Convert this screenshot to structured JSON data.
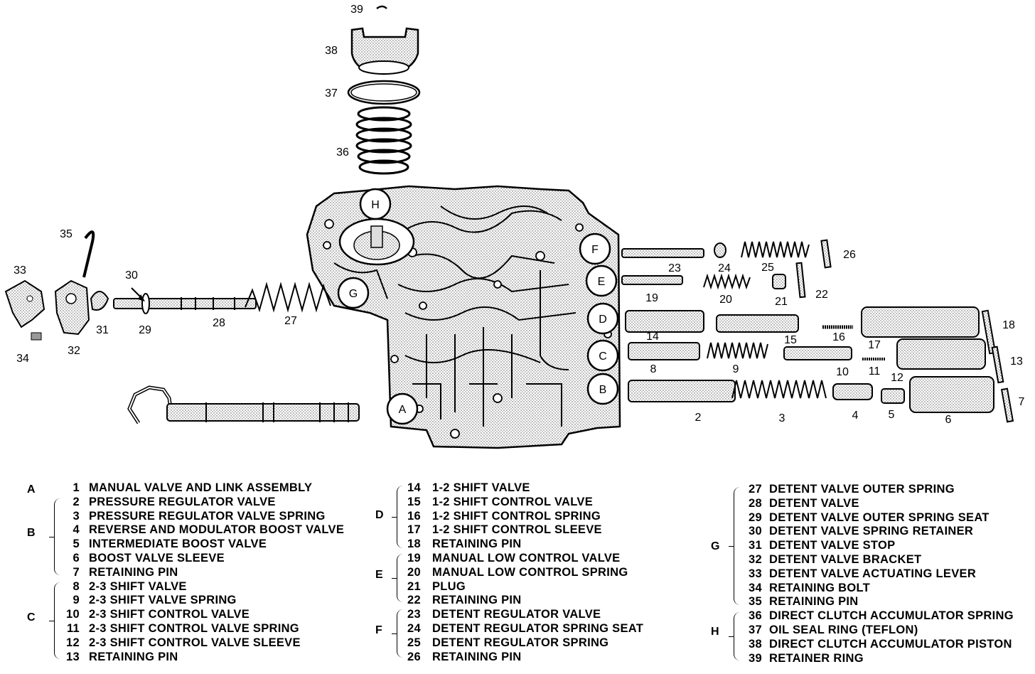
{
  "callouts": {
    "A": "A",
    "B": "B",
    "C": "C",
    "D": "D",
    "E": "E",
    "F": "F",
    "G": "G",
    "H": "H"
  },
  "part_labels": {
    "p2": "2",
    "p3": "3",
    "p4": "4",
    "p5": "5",
    "p6": "6",
    "p7": "7",
    "p8": "8",
    "p9": "9",
    "p10": "10",
    "p11": "11",
    "p12": "12",
    "p13": "13",
    "p14": "14",
    "p15": "15",
    "p16": "16",
    "p17": "17",
    "p18": "18",
    "p19": "19",
    "p20": "20",
    "p21": "21",
    "p22": "22",
    "p23": "23",
    "p24": "24",
    "p25": "25",
    "p26": "26",
    "p27": "27",
    "p28": "28",
    "p29": "29",
    "p30": "30",
    "p31": "31",
    "p32": "32",
    "p33": "33",
    "p34": "34",
    "p35": "35",
    "p36": "36",
    "p37": "37",
    "p38": "38",
    "p39": "39"
  },
  "legend": {
    "col1": [
      {
        "group": "A",
        "items": [
          {
            "n": "1",
            "t": "MANUAL VALVE AND LINK ASSEMBLY"
          }
        ]
      },
      {
        "group": "B",
        "items": [
          {
            "n": "2",
            "t": "PRESSURE REGULATOR VALVE"
          },
          {
            "n": "3",
            "t": "PRESSURE REGULATOR VALVE SPRING"
          },
          {
            "n": "4",
            "t": "REVERSE AND MODULATOR BOOST VALVE"
          },
          {
            "n": "5",
            "t": "INTERMEDIATE BOOST VALVE"
          },
          {
            "n": "6",
            "t": "BOOST VALVE SLEEVE"
          },
          {
            "n": "7",
            "t": "RETAINING PIN"
          }
        ]
      },
      {
        "group": "C",
        "items": [
          {
            "n": "8",
            "t": "2-3 SHIFT VALVE"
          },
          {
            "n": "9",
            "t": "2-3 SHIFT VALVE SPRING"
          },
          {
            "n": "10",
            "t": "2-3 SHIFT CONTROL VALVE"
          },
          {
            "n": "11",
            "t": "2-3 SHIFT CONTROL VALVE SPRING"
          },
          {
            "n": "12",
            "t": "2-3 SHIFT CONTROL VALVE SLEEVE"
          },
          {
            "n": "13",
            "t": "RETAINING PIN"
          }
        ]
      }
    ],
    "col2": [
      {
        "group": "D",
        "items": [
          {
            "n": "14",
            "t": "1-2 SHIFT VALVE"
          },
          {
            "n": "15",
            "t": "1-2 SHIFT CONTROL VALVE"
          },
          {
            "n": "16",
            "t": "1-2 SHIFT CONTROL SPRING"
          },
          {
            "n": "17",
            "t": "1-2 SHIFT CONTROL SLEEVE"
          },
          {
            "n": "18",
            "t": "RETAINING PIN"
          }
        ]
      },
      {
        "group": "E",
        "items": [
          {
            "n": "19",
            "t": "MANUAL LOW CONTROL VALVE"
          },
          {
            "n": "20",
            "t": "MANUAL LOW CONTROL SPRING"
          },
          {
            "n": "21",
            "t": "PLUG"
          },
          {
            "n": "22",
            "t": "RETAINING PIN"
          }
        ]
      },
      {
        "group": "F",
        "items": [
          {
            "n": "23",
            "t": "DETENT REGULATOR VALVE"
          },
          {
            "n": "24",
            "t": "DETENT REGULATOR SPRING SEAT"
          },
          {
            "n": "25",
            "t": "DETENT REGULATOR SPRING"
          },
          {
            "n": "26",
            "t": "RETAINING PIN"
          }
        ]
      }
    ],
    "col3": [
      {
        "group": "G",
        "items": [
          {
            "n": "27",
            "t": "DETENT VALVE OUTER SPRING"
          },
          {
            "n": "28",
            "t": "DETENT VALVE"
          },
          {
            "n": "29",
            "t": "DETENT VALVE OUTER SPRING SEAT"
          },
          {
            "n": "30",
            "t": "DETENT VALVE SPRING RETAINER"
          },
          {
            "n": "31",
            "t": "DETENT VALVE STOP"
          },
          {
            "n": "32",
            "t": "DETENT VALVE BRACKET"
          },
          {
            "n": "33",
            "t": "DETENT VALVE ACTUATING LEVER"
          },
          {
            "n": "34",
            "t": "RETAINING BOLT"
          },
          {
            "n": "35",
            "t": "RETAINING PIN"
          }
        ]
      },
      {
        "group": "H",
        "items": [
          {
            "n": "36",
            "t": "DIRECT CLUTCH ACCUMULATOR SPRING"
          },
          {
            "n": "37",
            "t": "OIL SEAL RING (TEFLON)"
          },
          {
            "n": "38",
            "t": "DIRECT CLUTCH ACCUMULATOR PISTON"
          },
          {
            "n": "39",
            "t": "RETAINER RING"
          }
        ]
      }
    ]
  }
}
